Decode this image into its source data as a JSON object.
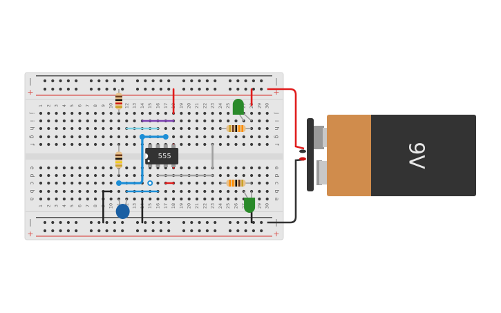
{
  "canvas": {
    "title": "555 timer LED flasher breadboard circuit"
  },
  "breadboard": {
    "columns": 30,
    "row_labels_top": [
      "j",
      "i",
      "h",
      "g",
      "f"
    ],
    "row_labels_bottom": [
      "e",
      "d",
      "c",
      "b",
      "a"
    ],
    "rail_minus": "−",
    "rail_plus": "+",
    "colors": {
      "board": "#e6e6e6",
      "hole": "#3a3a3a",
      "rail_red": "#d9534f",
      "rail_dark": "#555555",
      "label": "#666666"
    }
  },
  "ic": {
    "label": "555",
    "pins": 8,
    "columns": [
      15,
      16,
      17,
      18
    ]
  },
  "battery": {
    "label": "9V",
    "colors": {
      "copper": "#d08c4c",
      "body": "#333333",
      "text": "#e8e8e8"
    }
  },
  "components": [
    {
      "type": "resistor",
      "name": "resistor-r1",
      "bands": [
        "#6b3a1e",
        "#111111",
        "#d11a1a",
        "#c9a227"
      ],
      "orient": "v",
      "col": 11,
      "from": "rail_top_plus",
      "to": "j"
    },
    {
      "type": "resistor",
      "name": "resistor-r2",
      "bands": [
        "#6b3a1e",
        "#111111",
        "#f2d21b",
        "#c9a227"
      ],
      "orient": "v",
      "col": 11,
      "from": "f",
      "to": "d"
    },
    {
      "type": "resistor",
      "name": "resistor-r3",
      "bands": [
        "#c9a227",
        "#6b3a1e",
        "#111111",
        "#ff8c00",
        "#ff8c00"
      ],
      "orient": "h",
      "row": "h",
      "from": 24,
      "to": 28
    },
    {
      "type": "resistor",
      "name": "resistor-r4",
      "bands": [
        "#ff8c00",
        "#ff8c00",
        "#111111",
        "#6b3a1e",
        "#c9a227"
      ],
      "orient": "h",
      "row": "c",
      "from": 24,
      "to": 28
    },
    {
      "type": "led",
      "name": "led-top",
      "color": "#2a8a2a",
      "col": 27,
      "row_anode": "i"
    },
    {
      "type": "led",
      "name": "led-bottom",
      "color": "#2a8a2a",
      "col": 28,
      "row_anode": "b"
    },
    {
      "type": "capacitor",
      "name": "capacitor-c1",
      "color": "#1a5fa3",
      "cols": [
        11,
        12
      ]
    }
  ],
  "wires": [
    {
      "name": "wire-red-top-rail-18",
      "color": "#e01c1c"
    },
    {
      "name": "wire-red-top-rail-28",
      "color": "#e01c1c"
    },
    {
      "name": "wire-purple",
      "color": "#7a3fb0"
    },
    {
      "name": "wire-lightblue-h",
      "color": "#79cde0"
    },
    {
      "name": "wire-blue-loop",
      "color": "#1d8ed6"
    },
    {
      "name": "wire-blue-c",
      "color": "#1d8ed6"
    },
    {
      "name": "wire-red-18-ic",
      "color": "#e01c1c"
    },
    {
      "name": "wire-red-short",
      "color": "#e01c1c"
    },
    {
      "name": "wire-gray-d",
      "color": "#a0a0a0"
    },
    {
      "name": "wire-gray-v",
      "color": "#a0a0a0"
    },
    {
      "name": "wire-black-9",
      "color": "#222222"
    },
    {
      "name": "wire-black-14",
      "color": "#222222"
    },
    {
      "name": "wire-black-led",
      "color": "#222222"
    },
    {
      "name": "wire-battery-positive",
      "color": "#e01c1c"
    },
    {
      "name": "wire-battery-negative",
      "color": "#333333"
    }
  ]
}
